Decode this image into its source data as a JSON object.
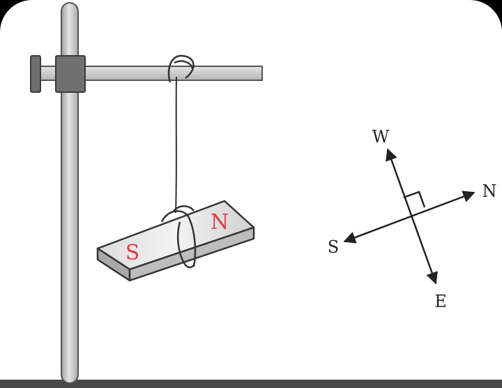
{
  "magnet": {
    "south_label": "S",
    "north_label": "N",
    "pole_label_color": "#e03a45",
    "body_color": "#d4d4d4"
  },
  "compass": {
    "north": "N",
    "south": "S",
    "east": "E",
    "west": "W",
    "label_color": "#222222"
  },
  "colors": {
    "frame": "#000000",
    "background": "#ffffff",
    "stand_rod": "#cdcdcd",
    "stand_outline": "#555555",
    "clamp": "#6e6e6e",
    "ground": "#4a4a4a"
  }
}
